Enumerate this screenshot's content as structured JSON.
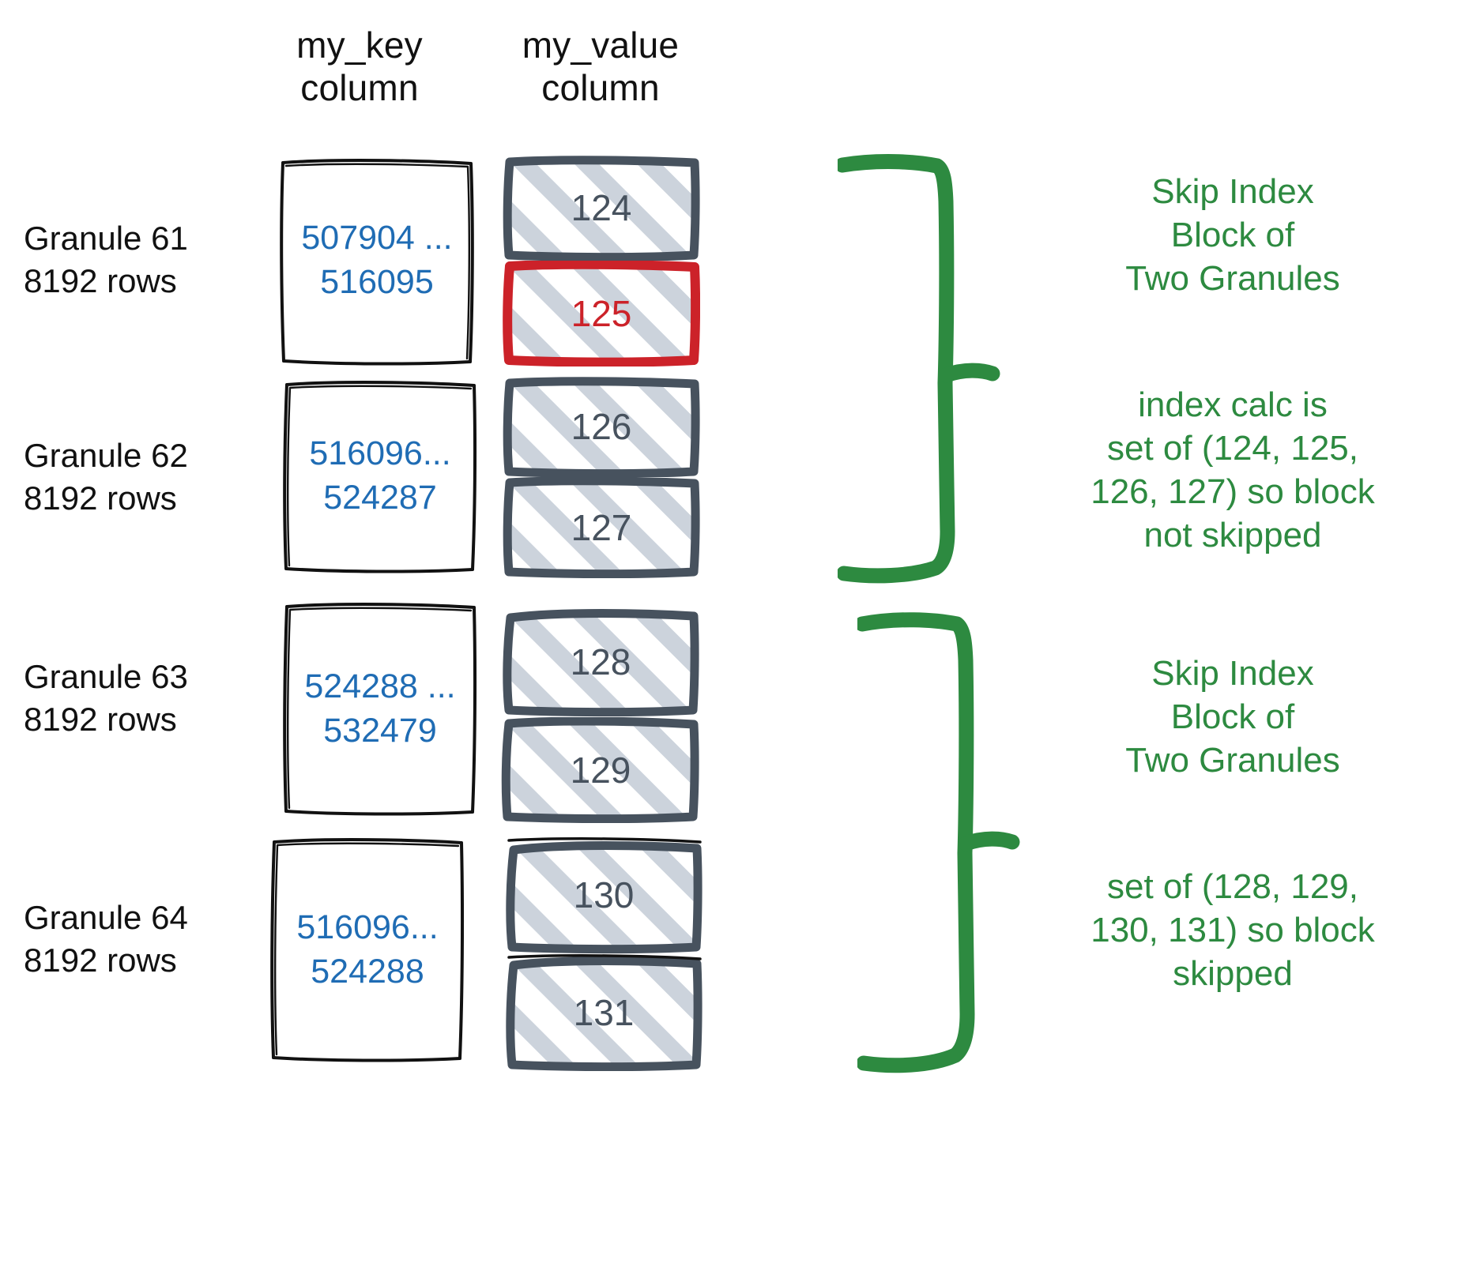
{
  "diagram": {
    "title_headers": {
      "key_column": "my_key\ncolumn",
      "value_column": "my_value\ncolumn"
    },
    "colors": {
      "key_value_text": "#1f6cb4",
      "value_box_border": "#47525e",
      "highlight_red": "#cc2229",
      "annotation_green": "#2d8a40",
      "hatch": "#ccd3dc",
      "label_black": "#111111"
    },
    "rows": [
      {
        "label": "Granule 61\n8192 rows",
        "key_range": "507904 ...\n516095",
        "values": [
          "124",
          "125"
        ],
        "highlighted": [
          "125"
        ]
      },
      {
        "label": "Granule 62\n8192 rows",
        "key_range": "516096...\n524287",
        "values": [
          "126",
          "127"
        ],
        "highlighted": []
      },
      {
        "label": "Granule 63\n8192 rows",
        "key_range": "524288 ...\n532479",
        "values": [
          "128",
          "129"
        ],
        "highlighted": []
      },
      {
        "label": "Granule 64\n8192 rows",
        "key_range": "516096...\n524288",
        "values": [
          "130",
          "131"
        ],
        "highlighted": []
      }
    ],
    "annotations": [
      {
        "id": "block-1-title",
        "text": "Skip Index\nBlock of\nTwo Granules"
      },
      {
        "id": "block-1-calc",
        "text": "index calc is\nset of (124, 125,\n126, 127) so block\nnot skipped"
      },
      {
        "id": "block-2-title",
        "text": "Skip Index\nBlock of\nTwo Granules"
      },
      {
        "id": "block-2-calc",
        "text": "set of (128, 129,\n130, 131) so block\nskipped"
      }
    ]
  }
}
